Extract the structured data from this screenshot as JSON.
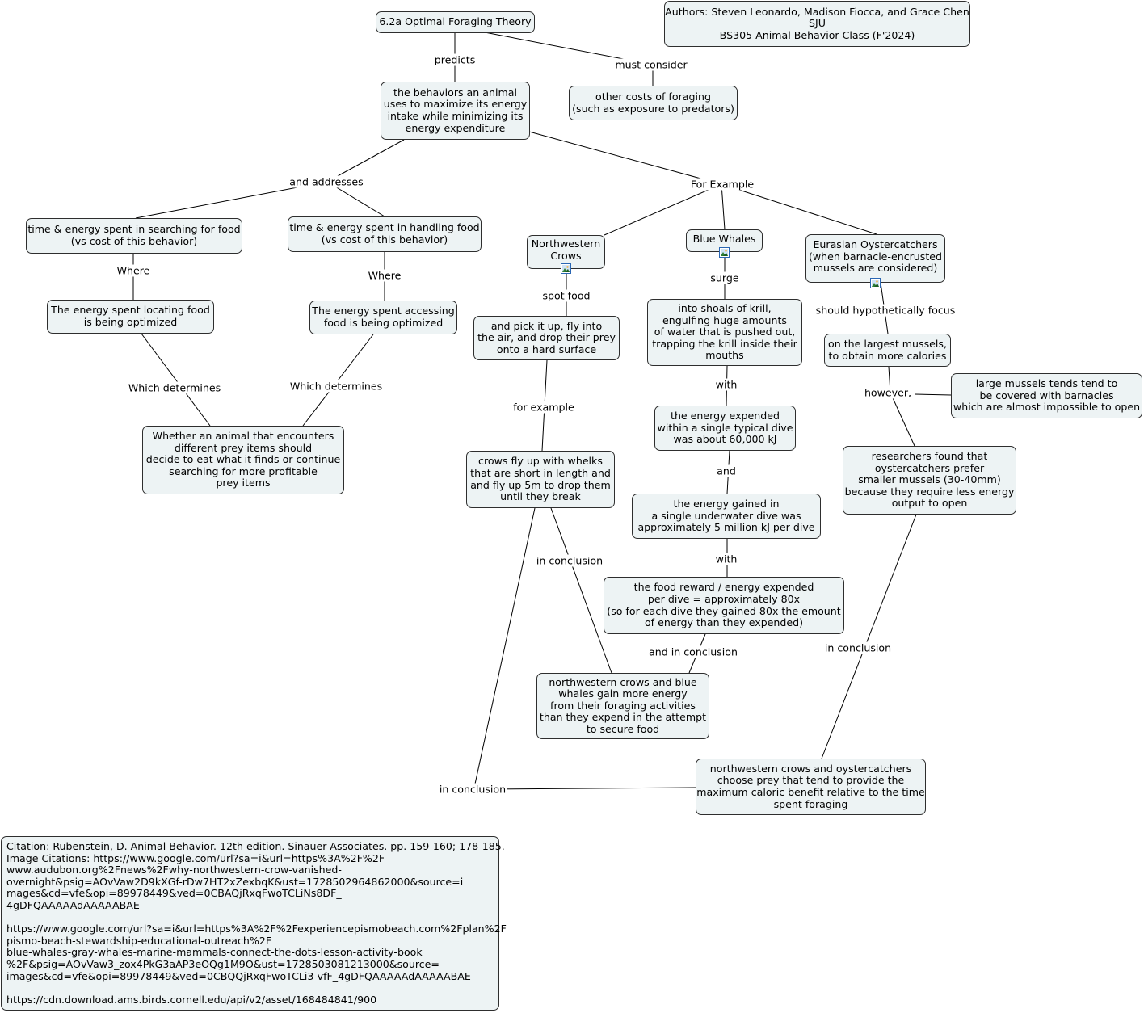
{
  "title": "6.2a Optimal Foraging Theory",
  "authors": "Authors: Steven Leonardo, Madison Fiocca, and Grace Chen\nSJU\nBS305 Animal Behavior Class (F'2024)",
  "nodes": {
    "behaviors": "the behaviors an animal\nuses to maximize its energy\nintake while minimizing its\nenergy expenditure",
    "other_costs": "other costs of foraging\n(such as exposure to predators)",
    "searching": "time & energy spent in searching for food\n(vs cost of this behavior)",
    "handling": "time & energy spent in handling food\n(vs cost of this behavior)",
    "locating": "The energy spent locating food\nis being optimized",
    "accessing": "The energy spent accessing\nfood is being optimized",
    "whether": "Whether an animal that encounters\ndifferent prey items should\ndecide to eat what it finds or continue\nsearching for more profitable\nprey items",
    "crows": "Northwestern\nCrows",
    "whales": "Blue Whales",
    "oyster": "Eurasian Oystercatchers\n(when barnacle-encrusted\nmussels are considered)",
    "pick_up": "and pick it up, fly into\nthe air, and drop their prey\nonto a hard surface",
    "whelks": "crows fly up with whelks\nthat are short in length and\nand fly up 5m to drop them\nuntil they break",
    "krill": "into shoals of krill,\nengulfing huge amounts\nof water that is pushed out,\ntrapping the krill inside their\nmouths",
    "expended": "the energy expended\nwithin a single typical dive\nwas about 60,000 kJ",
    "gained": "the energy gained in\na single underwater dive was\napproximately 5 million kJ per dive",
    "reward": "the food reward / energy expended\nper dive = approximately 80x\n(so for each dive they gained 80x the emount\nof energy than they expended)",
    "conclusion_cw": "northwestern crows and blue\nwhales gain more energy\nfrom their foraging activities\nthan they expend in the attempt\nto secure food",
    "largest": "on the largest mussels,\nto obtain more calories",
    "barnacles": "large mussels tends tend to\nbe covered with barnacles\nwhich are almost impossible to open",
    "researchers": "researchers found that\noystercatchers prefer\nsmaller mussels (30-40mm)\nbecause they require less energy\noutput to open",
    "conclusion_co": "northwestern crows and oystercatchers\nchoose prey that tend to provide the\nmaximum caloric benefit relative to the time\nspent foraging",
    "citation": "Citation: Rubenstein, D. Animal Behavior. 12th edition. Sinauer Associates. pp. 159-160; 178-185.\nImage Citations: https://www.google.com/url?sa=i&url=https%3A%2F%2F\nwww.audubon.org%2Fnews%2Fwhy-northwestern-crow-vanished-\novernight&psig=AOvVaw2D9kXGf-rDw7HT2xZexbqK&ust=1728502964862000&source=i\nmages&cd=vfe&opi=89978449&ved=0CBAQjRxqFwoTCLiNs8DF_\n4gDFQAAAAAdAAAAABAE\n\nhttps://www.google.com/url?sa=i&url=https%3A%2F%2Fexperiencepismobeach.com%2Fplan%2F\npismo-beach-stewardship-educational-outreach%2F\nblue-whales-gray-whales-marine-mammals-connect-the-dots-lesson-activity-book\n%2F&psig=AOvVaw3_zox4PkG3aAP3eOQg1M9O&ust=1728503081213000&source=\nimages&cd=vfe&opi=89978449&ved=0CBQQjRxqFwoTCLi3-vfF_4gDFQAAAAAdAAAAABAE\n\nhttps://cdn.download.ams.birds.cornell.edu/api/v2/asset/168484841/900"
  },
  "links": {
    "predicts": "predicts",
    "must_consider": "must consider",
    "and_addresses": "and addresses",
    "for_example_top": "For Example",
    "where_left": "Where",
    "where_right": "Where",
    "which_left": "Which determines",
    "which_right": "Which determines",
    "spot_food": "spot food",
    "for_example": "for example",
    "in_conclusion_crows": "in conclusion",
    "in_conclusion_low": "in conclusion",
    "surge": "surge",
    "with_1": "with",
    "and": "and",
    "with_2": "with",
    "and_in_conclusion": "and in conclusion",
    "should_focus": "should hypothetically focus",
    "however": "however,",
    "in_conclusion_oyster": "in conclusion"
  },
  "colors": {
    "node_fill": "#edf3f4",
    "node_border": "#2e2e2e",
    "line": "#000000",
    "image_icon": "#2a66b3"
  },
  "icons": [
    "image-icon-crows",
    "image-icon-whales",
    "image-icon-oystercatchers"
  ]
}
